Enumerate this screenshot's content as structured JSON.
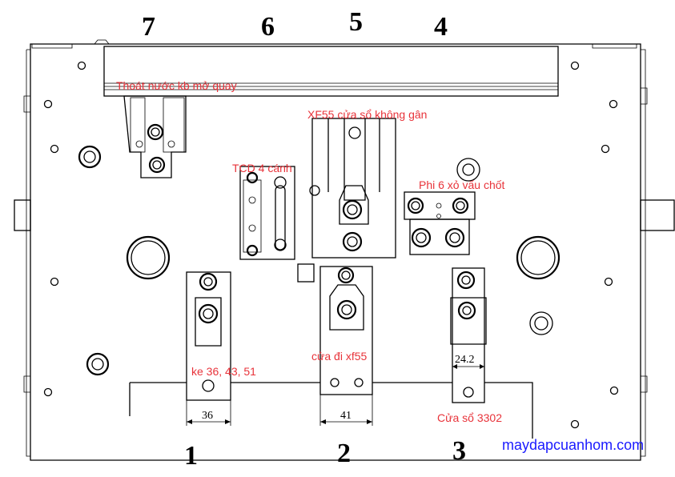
{
  "station_numbers": [
    "7",
    "6",
    "5",
    "4",
    "1",
    "2",
    "3"
  ],
  "labels": {
    "drain": "Thoát nước kb mở quay",
    "xf55_window": "XF55 cửa sổ không gân",
    "tcd": "TCD 4 cánh",
    "phi6": "Phi 6 xỏ vấu chốt",
    "corner": "ke 36, 43, 51",
    "door": "cửa đi xf55",
    "window3302": "Cửa sổ 3302"
  },
  "dimensions": {
    "d1": "36",
    "d2": "41",
    "d3": "24.2"
  },
  "website": "maydapcuanhom.com"
}
